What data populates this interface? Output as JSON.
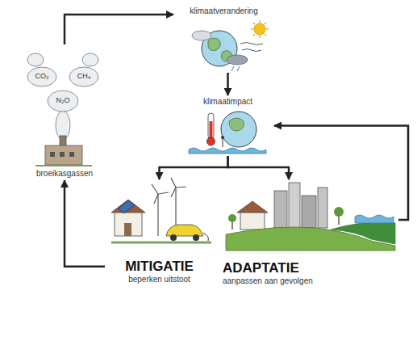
{
  "diagram": {
    "nodes": [
      {
        "text": [
          "klimaatverandering"
        ]
      },
      {
        "text": [
          "klimaatimpact"
        ]
      },
      {
        "text": [
          "MITIGATIE",
          "beperken uitstoot"
        ]
      },
      {
        "text": [
          "ADAPTATIE",
          "aanpassen aan gevolgen"
        ]
      },
      {
        "text": [
          "broeikasgassen"
        ]
      }
    ],
    "edges": [
      {
        "from": 4,
        "to": 0,
        "arrow": "to"
      },
      {
        "from": 0,
        "to": 1,
        "arrow": "to"
      },
      {
        "from": 1,
        "to": 2,
        "arrow": "to"
      },
      {
        "from": 1,
        "to": 3,
        "arrow": "to"
      },
      {
        "from": 2,
        "to": 4,
        "arrow": "to"
      },
      {
        "from": 3,
        "to": 1,
        "arrow": "to"
      }
    ],
    "labels": [
      "CO₂",
      "CH₄",
      "N₂O"
    ]
  }
}
